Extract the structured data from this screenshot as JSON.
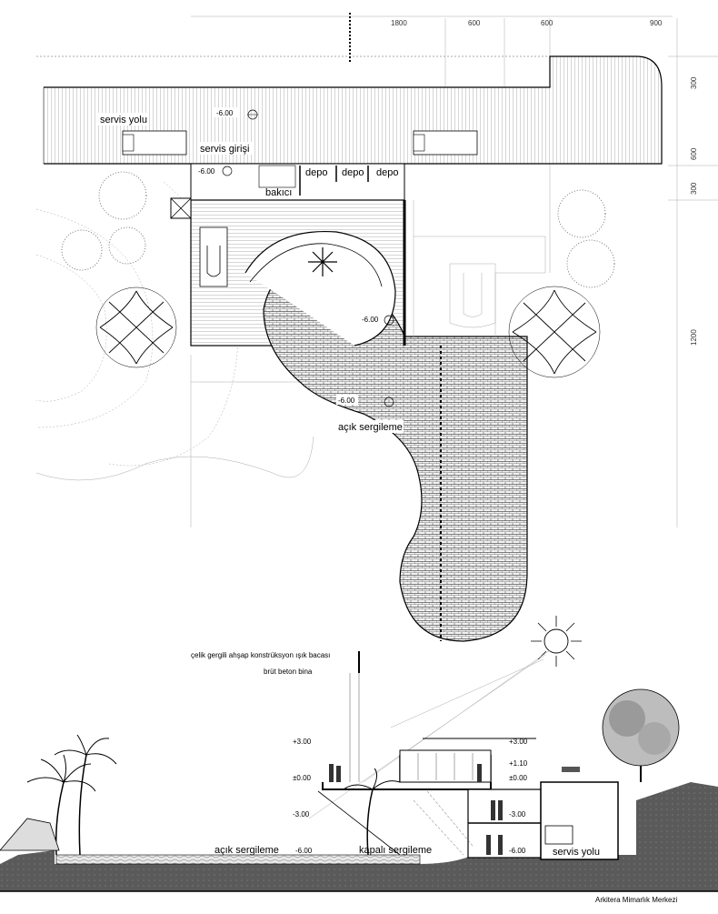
{
  "plan": {
    "dimensions_top": [
      "1800",
      "600",
      "600",
      "900"
    ],
    "dimensions_right": [
      "300",
      "600",
      "300",
      "1200"
    ],
    "labels": {
      "servis_yolu": "servis yolu",
      "servis_girisi": "servis girişi",
      "bakici": "bakıcı",
      "depo_1": "depo",
      "depo_2": "depo",
      "depo_3": "depo",
      "acik_sergileme": "açık sergileme"
    },
    "levels": {
      "road": "-6.00",
      "entry": "-6.00",
      "courtyard": "-6.00",
      "exhibition": "-6.00"
    }
  },
  "section": {
    "annotations": {
      "celik": "çelik gergili ahşap konstrüksyon ışık bacası",
      "brut": "brüt beton bina"
    },
    "levels": {
      "l_plus3_left": "+3.00",
      "l_zero_left": "±0.00",
      "l_minus3": "-3.00",
      "l_minus6_left": "-6.00",
      "l_plus3_right": "+3.00",
      "l_plus110": "+1.10",
      "l_zero_right": "±0.00",
      "l_minus3_right": "-3.00",
      "l_minus6_right": "-6.00"
    },
    "labels": {
      "acik": "açık sergileme",
      "kapali": "kapalı sergileme",
      "servis": "servis yolu"
    },
    "credit": "Arkitera Mimarlık Merkezi"
  }
}
